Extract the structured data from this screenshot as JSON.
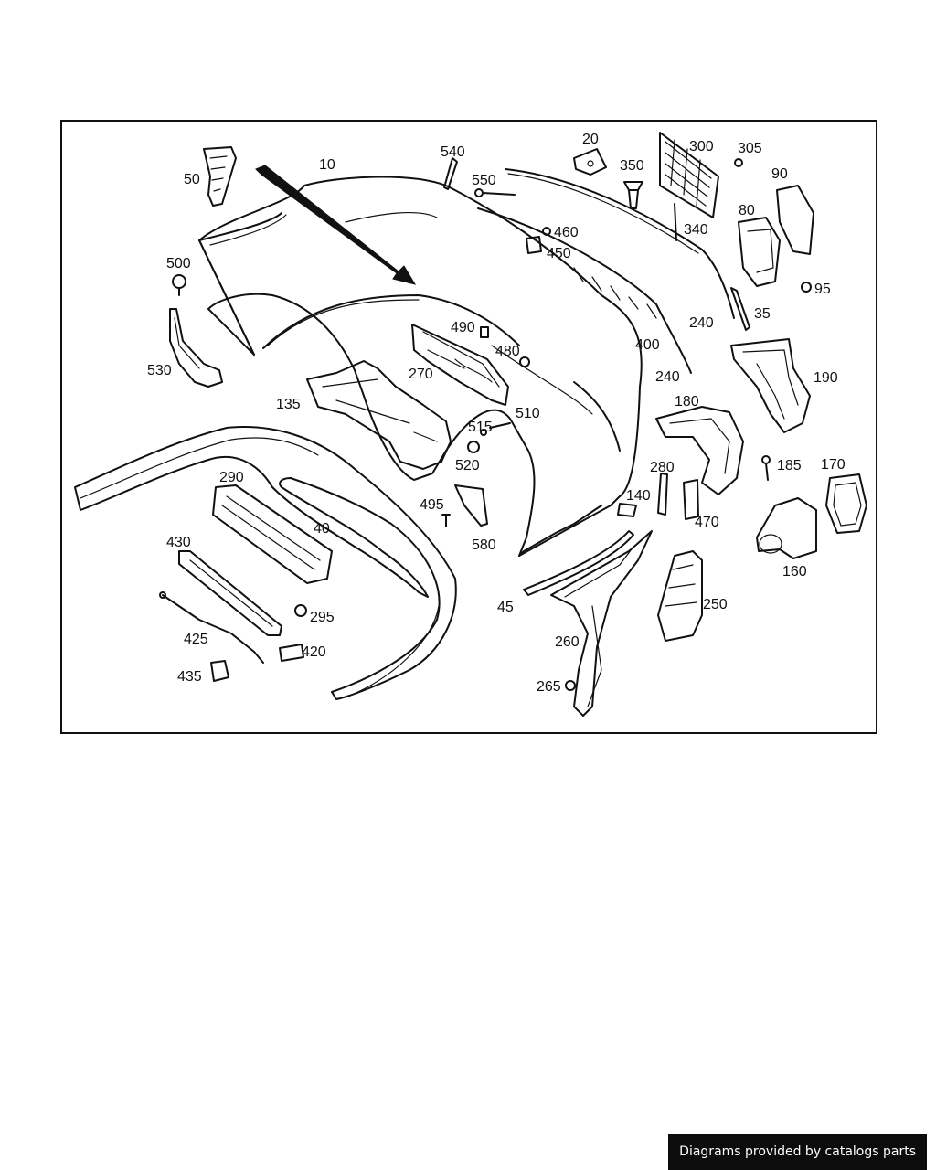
{
  "diagram": {
    "callouts": {
      "p10": "10",
      "p20": "20",
      "p35": "35",
      "p40": "40",
      "p45": "45",
      "p50": "50",
      "p80": "80",
      "p90": "90",
      "p95": "95",
      "p135": "135",
      "p140": "140",
      "p160": "160",
      "p170": "170",
      "p180": "180",
      "p185": "185",
      "p190": "190",
      "p240a": "240",
      "p240b": "240",
      "p250": "250",
      "p260": "260",
      "p265": "265",
      "p270": "270",
      "p280": "280",
      "p290": "290",
      "p295": "295",
      "p300": "300",
      "p305": "305",
      "p340": "340",
      "p350": "350",
      "p400": "400",
      "p420": "420",
      "p425": "425",
      "p430": "430",
      "p435": "435",
      "p450": "450",
      "p460": "460",
      "p470": "470",
      "p480": "480",
      "p490": "490",
      "p495": "495",
      "p500": "500",
      "p510": "510",
      "p515": "515",
      "p520": "520",
      "p530": "530",
      "p540": "540",
      "p550": "550",
      "p580": "580"
    }
  },
  "footer": {
    "credit": "Diagrams provided by catalogs parts"
  },
  "colors": {
    "line": "#111111",
    "background": "#ffffff",
    "badge": "#0c0c0c"
  }
}
